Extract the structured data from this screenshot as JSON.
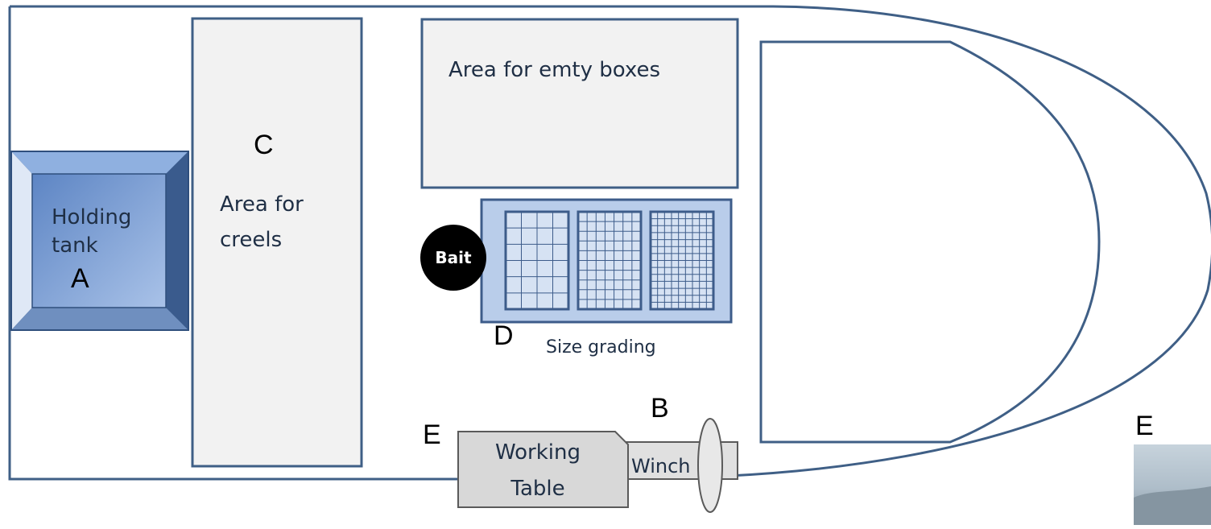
{
  "colors": {
    "outline": "#3f5f86",
    "panel_fill": "#f2f2f2",
    "tank_face": "#7fa2d6",
    "tank_border": "#3b5b8c",
    "grading_fill": "#b9cdea",
    "grid_line": "#3d5c8a",
    "bait_fill": "#000000",
    "table_fill": "#d8d8d8",
    "table_border": "#5a5a5a"
  },
  "labels": {
    "holding_tank": [
      "Holding",
      "tank"
    ],
    "holding_tank_marker": "A",
    "creels_marker": "C",
    "creels_area": [
      "Area for",
      "creels"
    ],
    "empty_boxes_area": "Area for emty boxes",
    "bait": "Bait",
    "size_grading_marker": "D",
    "size_grading": "Size grading",
    "winch_marker": "B",
    "working_table_marker": "E",
    "working_table": [
      "Working",
      "Table"
    ],
    "winch": "Winch",
    "photo_marker": "E"
  },
  "icons": {
    "bait": "black-circle-icon",
    "grading": "grid-sieve-icon",
    "winch_drum": "oval-drum-icon"
  }
}
